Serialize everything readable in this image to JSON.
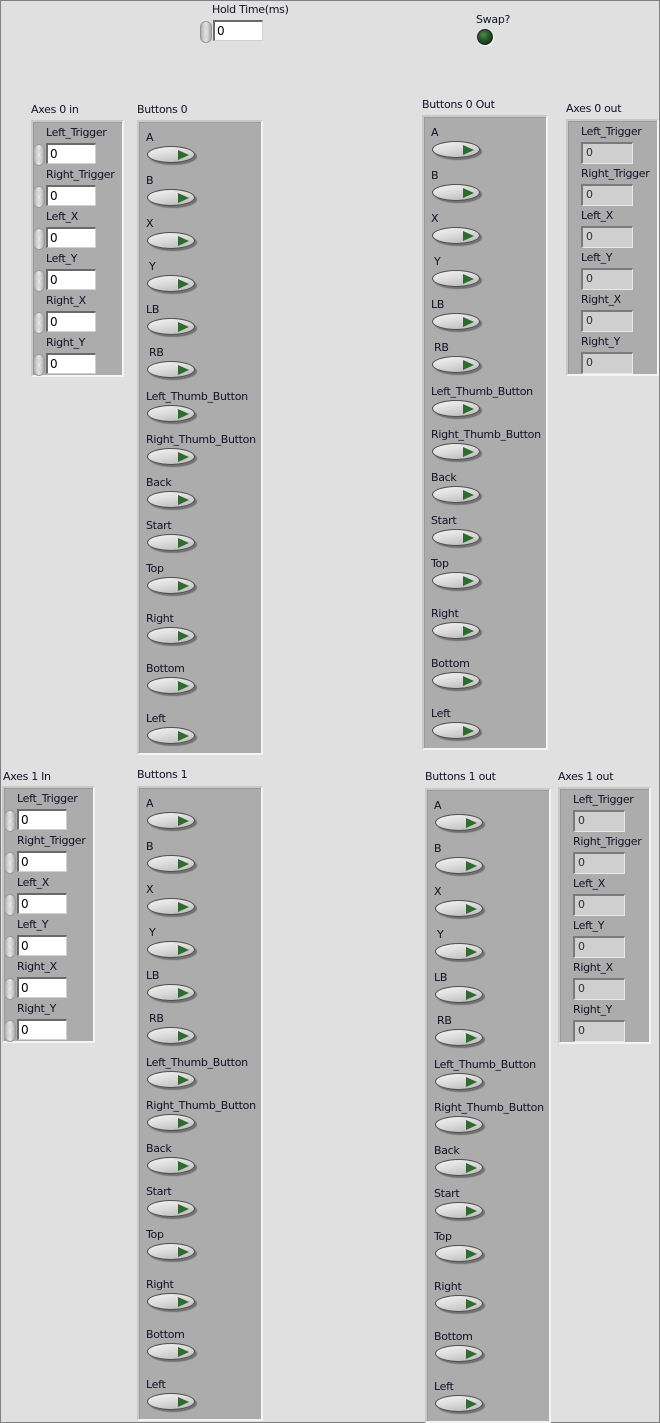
{
  "hold_time": {
    "label": "Hold Time(ms)",
    "value": "0"
  },
  "swap": {
    "label": "Swap?",
    "state": "off",
    "color": "#1e4a1e"
  },
  "button_labels": [
    "A",
    "B",
    "X",
    "Y",
    "LB",
    "RB",
    "Left_Thumb_Button",
    "Right_Thumb_Button",
    "Back",
    "Start",
    "Top",
    "Right",
    "Bottom",
    "Left"
  ],
  "axis_labels": [
    "Left_Trigger",
    "Right_Trigger",
    "Left_X",
    "Left_Y",
    "Right_X",
    "Right_Y"
  ],
  "axes_0_in": {
    "title": "Axes 0 in",
    "values": [
      "0",
      "0",
      "0",
      "0",
      "0",
      "0"
    ]
  },
  "buttons_0": {
    "title": "Buttons 0"
  },
  "buttons_0_out": {
    "title": "Buttons 0 Out"
  },
  "axes_0_out": {
    "title": "Axes 0 out",
    "values": [
      "0",
      "0",
      "0",
      "0",
      "0",
      "0"
    ]
  },
  "axes_1_in": {
    "title": "Axes 1 In",
    "values": [
      "0",
      "0",
      "0",
      "0",
      "0",
      "0"
    ]
  },
  "buttons_1": {
    "title": "Buttons 1"
  },
  "buttons_1_out": {
    "title": "Buttons 1 out"
  },
  "axes_1_out": {
    "title": "Axes 1 out",
    "values": [
      "0",
      "0",
      "0",
      "0",
      "0",
      "0"
    ]
  }
}
